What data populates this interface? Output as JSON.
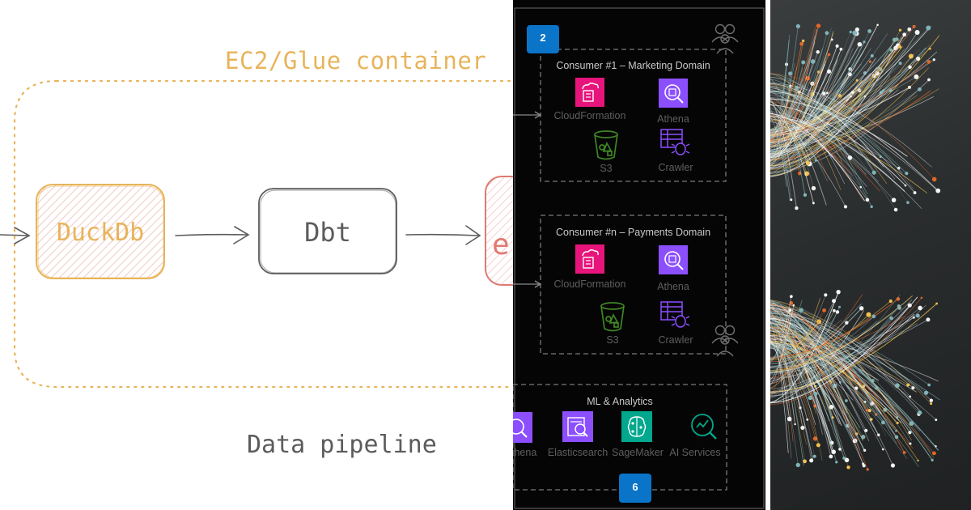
{
  "sketch_diagram": {
    "container_label": "EC2/Glue container",
    "footer_label": "Data pipeline",
    "nodes": [
      {
        "label": "DuckDb"
      },
      {
        "label": "Dbt"
      },
      {
        "label": "e"
      }
    ],
    "colors": {
      "orange": "#e8b45a",
      "gray": "#6b6b6b",
      "red": "#e07a72"
    }
  },
  "aws_diagram": {
    "badges": [
      "2",
      "6"
    ],
    "sections": [
      {
        "title": "Consumer #1 – Marketing Domain",
        "services": [
          {
            "label": "CloudFormation",
            "icon": "cloudformation-icon"
          },
          {
            "label": "Athena",
            "icon": "athena-icon"
          },
          {
            "label": "S3",
            "icon": "s3-bucket-icon"
          },
          {
            "label": "Crawler",
            "icon": "crawler-icon"
          }
        ]
      },
      {
        "title": "Consumer #n – Payments Domain",
        "services": [
          {
            "label": "CloudFormation",
            "icon": "cloudformation-icon"
          },
          {
            "label": "Athena",
            "icon": "athena-icon"
          },
          {
            "label": "S3",
            "icon": "s3-bucket-icon"
          },
          {
            "label": "Crawler",
            "icon": "crawler-icon"
          }
        ]
      },
      {
        "title": "ML & Analytics",
        "services": [
          {
            "label": "thena",
            "icon": "athena-icon"
          },
          {
            "label": "Elasticsearch",
            "icon": "elasticsearch-icon"
          },
          {
            "label": "SageMaker",
            "icon": "sagemaker-icon"
          },
          {
            "label": "AI Services",
            "icon": "ai-services-icon"
          }
        ]
      }
    ],
    "colors": {
      "pink": "#e7157b",
      "purple": "#8c4fff",
      "green": "#3f8624",
      "teal": "#01a88d",
      "badge": "#0a74c9",
      "dashed": "#7a7a7a"
    }
  },
  "abstract_art": {
    "description_icon": "particle-streams-icon",
    "colors": {
      "orange": "#e2672b",
      "yellow": "#f2c14e",
      "white": "#f4f4f4",
      "teal": "#7fb3b8"
    }
  }
}
